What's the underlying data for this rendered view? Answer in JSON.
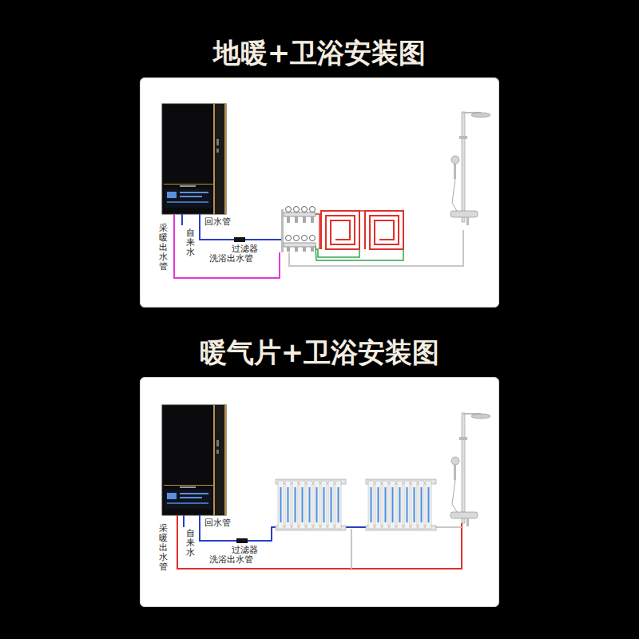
{
  "diagram": {
    "nodes": [
      {
        "text": [
          "地暖+卫浴安装图"
        ]
      },
      {
        "text": [
          "暖气片+卫浴安装图"
        ]
      }
    ],
    "labels": [
      "采暖出水管",
      "自来水",
      "回水管",
      "过滤器",
      "洗浴出水管",
      "采暖出水管",
      "自来水",
      "回水管",
      "过滤器",
      "洗浴出水管"
    ]
  }
}
